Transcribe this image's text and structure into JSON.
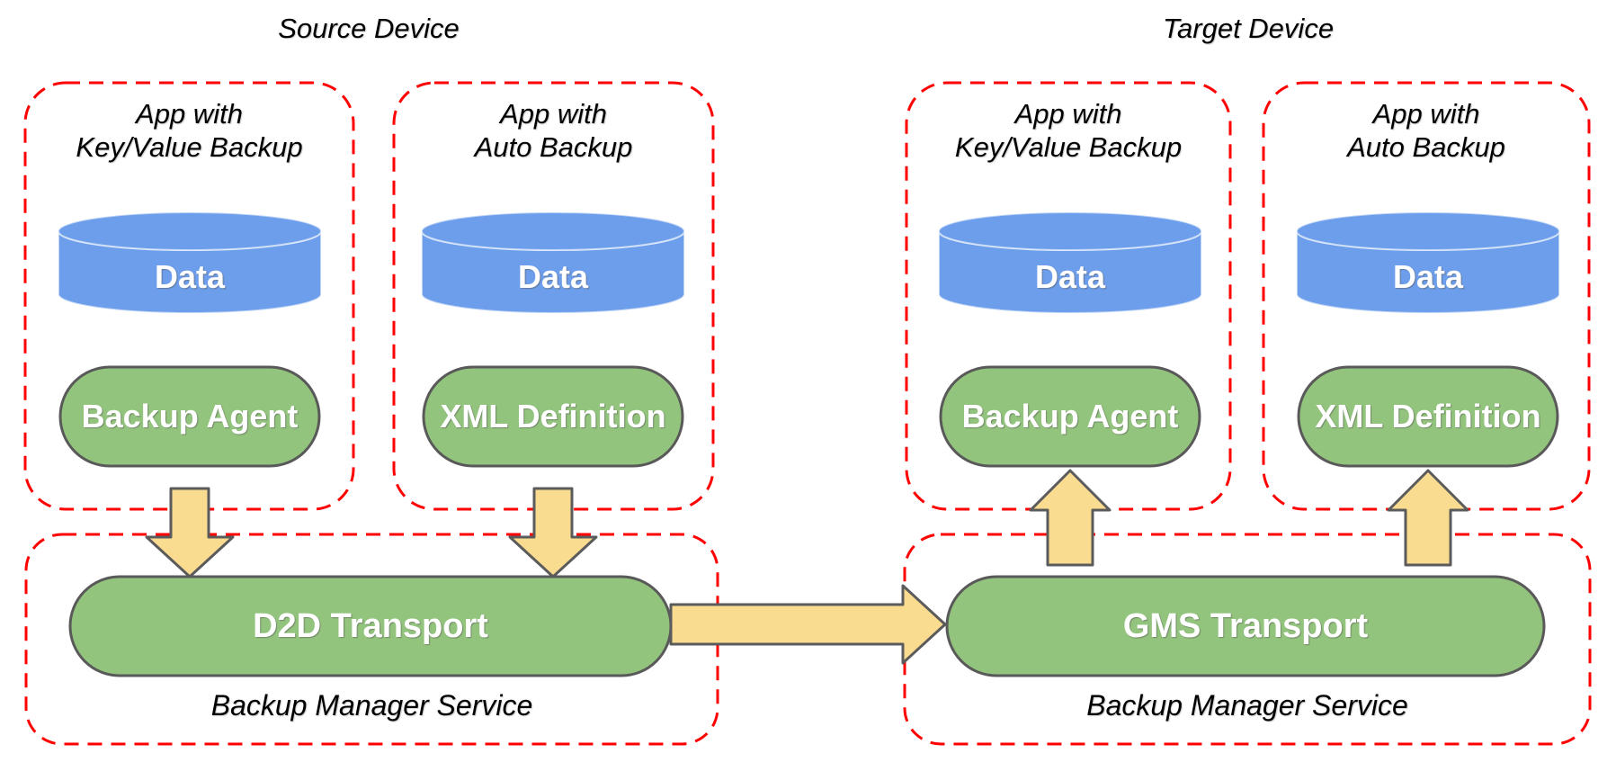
{
  "diagram": {
    "source": {
      "title": "Source Device",
      "apps": [
        {
          "title_line1": "App with",
          "title_line2": "Key/Value Backup",
          "data_store": "Data",
          "component": "Backup Agent"
        },
        {
          "title_line1": "App with",
          "title_line2": "Auto Backup",
          "data_store": "Data",
          "component": "XML Definition"
        }
      ],
      "service": {
        "transport": "D2D Transport",
        "name": "Backup Manager Service"
      }
    },
    "target": {
      "title": "Target Device",
      "apps": [
        {
          "title_line1": "App with",
          "title_line2": "Key/Value Backup",
          "data_store": "Data",
          "component": "Backup Agent"
        },
        {
          "title_line1": "App with",
          "title_line2": "Auto Backup",
          "data_store": "Data",
          "component": "XML Definition"
        }
      ],
      "service": {
        "transport": "GMS Transport",
        "name": "Backup Manager Service"
      }
    },
    "colors": {
      "dashed_border_red": "#FF0000",
      "cylinder_blue": "#6D9EEB",
      "component_green": "#93C47D",
      "arrow_yellow": "#FADC91",
      "shape_outline_gray": "#595959"
    }
  }
}
